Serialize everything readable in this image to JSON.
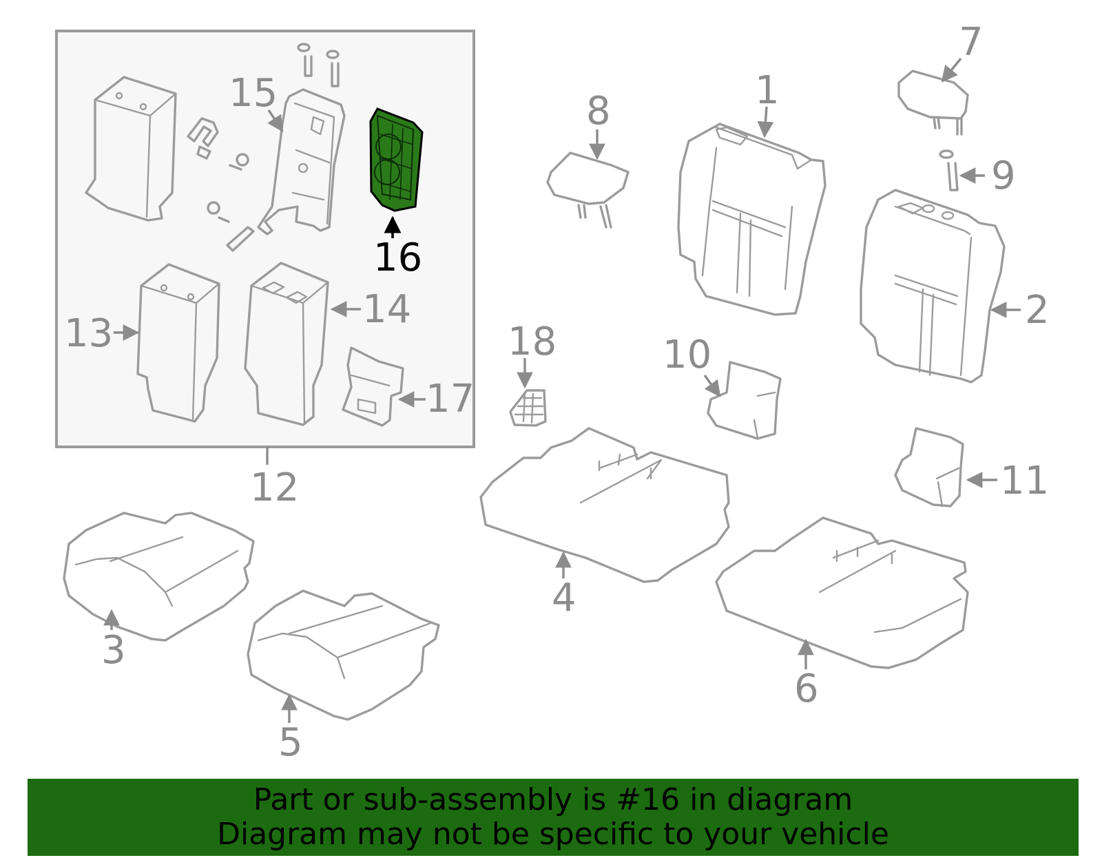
{
  "banner": {
    "line1": "Part or sub-assembly is #16 in diagram",
    "line2": "Diagram may not be specific to your vehicle",
    "background_color": "#1c6b10"
  },
  "diagram": {
    "highlight_color": "#2b7a1a",
    "inset_box_color": "#f7f7f7",
    "highlighted_part": "16",
    "callouts": {
      "c1": "1",
      "c2": "2",
      "c3": "3",
      "c4": "4",
      "c5": "5",
      "c6": "6",
      "c7": "7",
      "c8": "8",
      "c9": "9",
      "c10": "10",
      "c11": "11",
      "c12": "12",
      "c13": "13",
      "c14": "14",
      "c15": "15",
      "c16": "16",
      "c17": "17",
      "c18": "18"
    }
  }
}
